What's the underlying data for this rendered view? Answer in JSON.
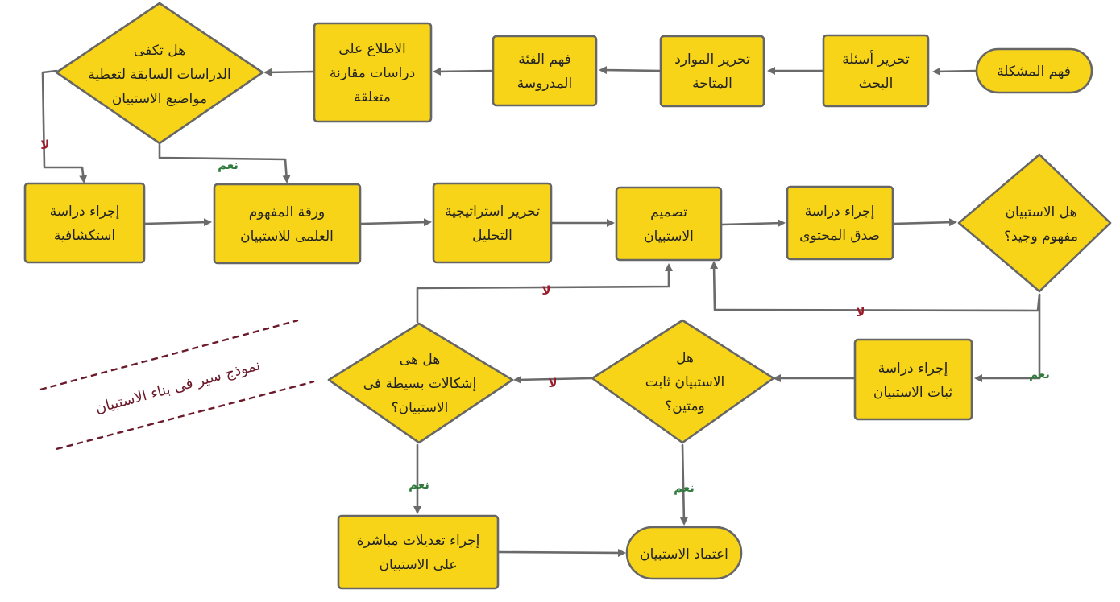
{
  "colors": {
    "node_fill": "#f7d417",
    "node_stroke": "#666666",
    "arrow": "#6a6a6a",
    "no_label": "#9b1b2a",
    "yes_label": "#2f7a3c",
    "caption": "#6b1a2b"
  },
  "nodes": {
    "understand_problem": [
      "فهم المشكلة"
    ],
    "define_questions": [
      "تحرير أسئلة",
      "البحث"
    ],
    "define_resources": [
      "تحرير الموارد",
      "المتاحة"
    ],
    "understand_group": [
      "فهم الفئة",
      "المدروسة"
    ],
    "review_studies": [
      "الاطلاع على",
      "دراسات مقارنة",
      "متعلقة"
    ],
    "prior_studies_decision": [
      "هل تكفى",
      "الدراسات السابقة لتغطية",
      "مواضيع الاستبيان"
    ],
    "exploratory_study": [
      "إجراء دراسة",
      "استكشافية"
    ],
    "concept_paper": [
      "ورقة المفهوم",
      "العلمى للاستبيان"
    ],
    "analysis_strategy": [
      "تحرير استراتيجية",
      "التحليل"
    ],
    "design_questionnaire": [
      "تصميم",
      "الاستبيان"
    ],
    "content_validity": [
      "إجراء دراسة",
      "صدق المحتوى"
    ],
    "clarity_decision": [
      "هل الاستبيان",
      "مفهوم وجيد؟"
    ],
    "reliability_study": [
      "إجراء دراسة",
      "ثبات الاستبيان"
    ],
    "reliability_decision": [
      "هل",
      "الاستبيان ثابت",
      "ومتين؟"
    ],
    "minor_issues_decision": [
      "هل هى",
      "إشكالات بسيطة فى",
      "الاستبيان؟"
    ],
    "direct_edits": [
      "إجراء تعديلات مباشرة",
      "على الاستبيان"
    ],
    "adopt_questionnaire": [
      "اعتماد الاستبيان"
    ]
  },
  "labels": {
    "no": "لا",
    "yes": "نعم"
  },
  "caption": "نموذج سير فى بناء الاستبيان"
}
